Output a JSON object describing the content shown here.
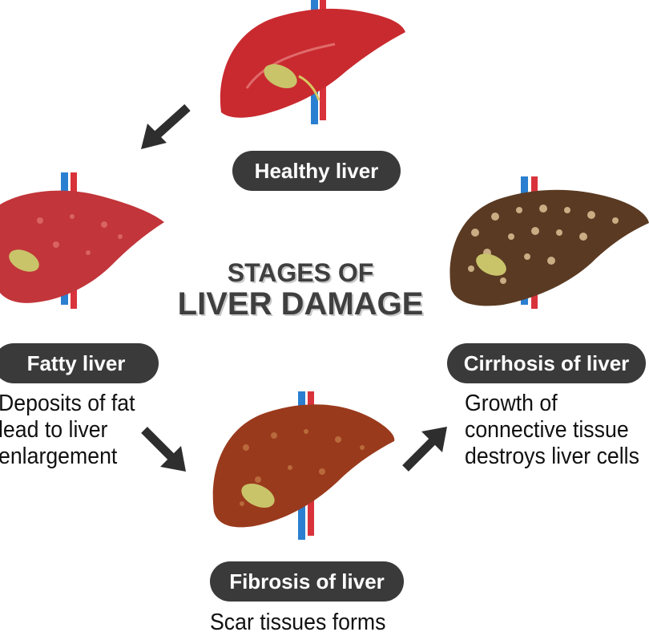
{
  "title": {
    "line1": "STAGES OF",
    "line2": "LIVER DAMAGE"
  },
  "stages": {
    "healthy": {
      "label": "Healthy liver"
    },
    "fatty": {
      "label": "Fatty liver",
      "desc": [
        "Deposits of fat",
        "lead to liver",
        "enlargement"
      ]
    },
    "fibrosis": {
      "label": "Fibrosis of liver",
      "desc": [
        "Scar tissues forms"
      ]
    },
    "cirrhosis": {
      "label": "Cirrhosis of liver",
      "desc": [
        "Growth of",
        "connective tissue",
        "destroys liver cells"
      ]
    }
  },
  "colors": {
    "pill_bg": "#3a3a3a",
    "healthy_liver": "#c92a2f",
    "fatty_liver": "#c2353a",
    "fibrosis_liver": "#9a3a1c",
    "cirrhosis_liver": "#5a3a22",
    "artery": "#d8333b",
    "vein": "#2a7fd0",
    "gallbladder": "#c9c46a"
  }
}
